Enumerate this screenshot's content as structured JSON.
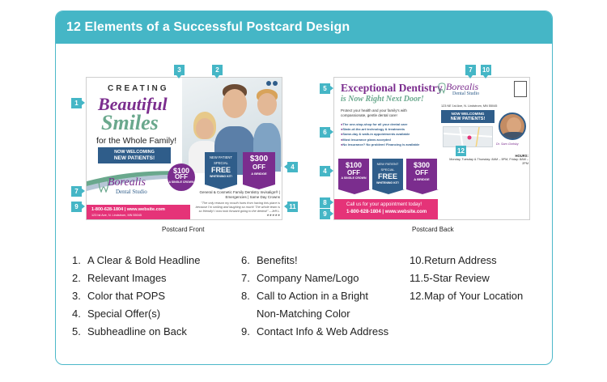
{
  "header": {
    "title": "12 Elements of a Successful Postcard Design"
  },
  "front": {
    "caption": "Postcard Front",
    "creating": "CREATING",
    "beautiful": "Beautiful",
    "smiles": "Smiles",
    "whole_family": "for the Whole Family!",
    "welcome_1": "NOW WELCOMING",
    "welcome_2": "NEW PATIENTS!",
    "offer1": {
      "price": "$100",
      "off": "OFF",
      "desc": "A SINGLE CROWN"
    },
    "offer2": {
      "l1": "NEW PATIENT",
      "l2": "SPECIAL",
      "big": "FREE",
      "desc": "WHITENING KIT!"
    },
    "offer3": {
      "price": "$300",
      "off": "OFF",
      "desc": "A BRIDGE"
    },
    "logo_name": "Borealis",
    "logo_sub": "Dental Studio",
    "services": "General & Cosmetic Family Dentistry Invisalign® | Emergencies | Same Day Crowns",
    "review": "\"The only reason my mouth hurts from having this place is because I'm smiling and laughing so much! The whole team is so friendly! I now look forward going to the dentist!\" – Jeff L. ★★★★★",
    "contact": "1-800-628-1804 | www.website.com",
    "address": "123 Ist Ave, N. Lindstrom, MN 55045"
  },
  "back": {
    "caption": "Postcard Back",
    "headline": "Exceptional Dentistry",
    "subheadline": "is Now Right Next Door!",
    "protect": "Protect your health and your family's with compassionate, gentle dental care!",
    "bullets": [
      "The one-stop-shop for all your dental care",
      "State-of-the-art technology & treatments",
      "Same-day & walk-in appointments available",
      "Most insurance plans accepted",
      "No insurance? No problem! Financing is available"
    ],
    "logo_name": "Borealis",
    "logo_sub": "Dental Studio",
    "address": "123 NE 1st Ave, N. Lindstrom, MN 55045",
    "welcome_1": "NOW WELCOMING",
    "welcome_2": "NEW PATIENTS!",
    "doctor": "Dr. Sam Gorlsky",
    "hours_label": "HOURS:",
    "hours": "Monday, Tuesday & Thursday: 8AM – 5PM, Friday: 8AM – 2PM",
    "offer1": {
      "price": "$100",
      "off": "OFF",
      "desc": "A SINGLE CROWN"
    },
    "offer2": {
      "l1": "NEW PATIENT",
      "l2": "SPECIAL",
      "big": "FREE",
      "desc": "WHITENING KIT!"
    },
    "offer3": {
      "price": "$300",
      "off": "OFF",
      "desc": "A BRIDGE"
    },
    "cta": "Call us for your appointment today!",
    "contact": "1-800-628-1804 | www.website.com"
  },
  "tags": [
    "1",
    "2",
    "3",
    "4",
    "5",
    "6",
    "7",
    "8",
    "9",
    "10",
    "11",
    "12"
  ],
  "list": {
    "col1": [
      {
        "num": "1.",
        "text": "A Clear & Bold Headline"
      },
      {
        "num": "2.",
        "text": "Relevant Images"
      },
      {
        "num": "3.",
        "text": "Color that POPS"
      },
      {
        "num": "4.",
        "text": "Special Offer(s)"
      },
      {
        "num": "5.",
        "text": "Subheadline on Back"
      }
    ],
    "col2": [
      {
        "num": "6.",
        "text": "Benefits!"
      },
      {
        "num": "7.",
        "text": "Company Name/Logo"
      },
      {
        "num": "8.",
        "text": "Call to Action in a Bright"
      },
      {
        "num": "",
        "text": "Non-Matching Color"
      },
      {
        "num": "9.",
        "text": "Contact Info & Web Address"
      }
    ],
    "col3": [
      {
        "num": "10.",
        "text": "Return Address"
      },
      {
        "num": "11.",
        "text": "5-Star Review"
      },
      {
        "num": "12.",
        "text": "Map of Your Location"
      }
    ]
  },
  "colors": {
    "accent": "#45b6c6",
    "purple": "#7b2d8e",
    "green": "#6aa88d",
    "navy": "#2f5d8a",
    "pink": "#e53378"
  }
}
